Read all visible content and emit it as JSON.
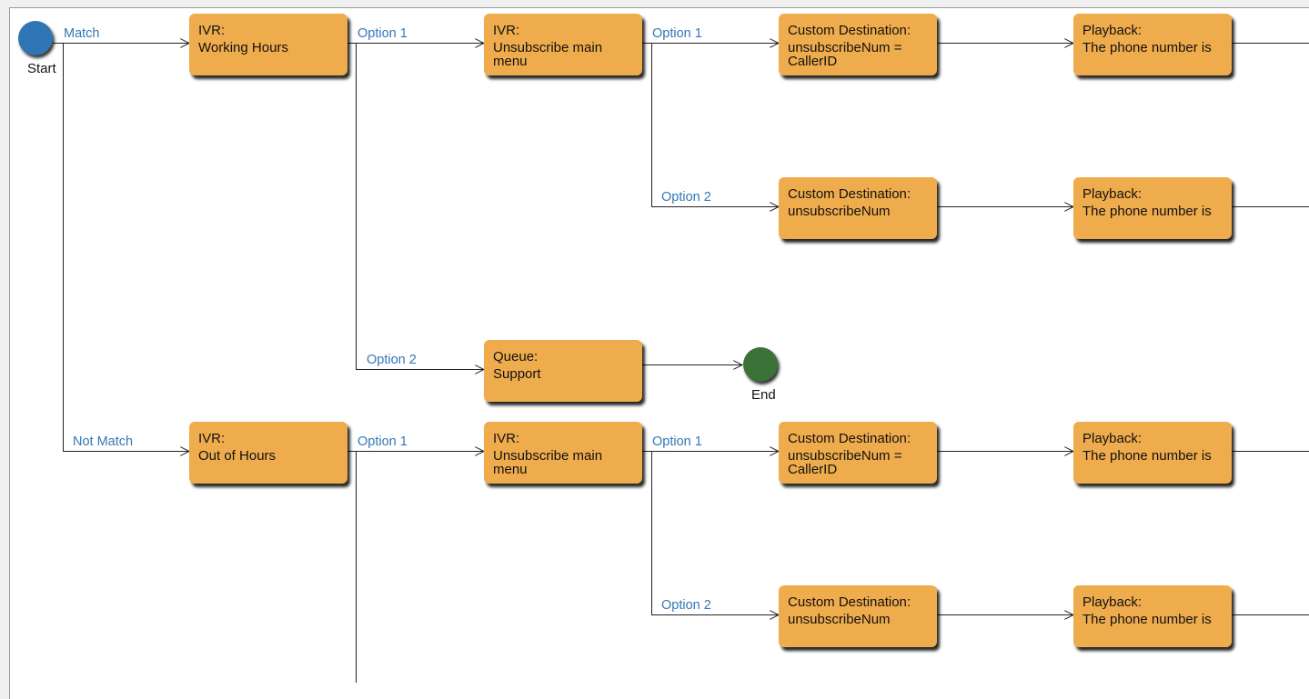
{
  "start": {
    "label": "Start"
  },
  "end": {
    "label": "End"
  },
  "edges": {
    "match": "Match",
    "not_match": "Not Match",
    "wh_opt1": "Option 1",
    "wh_opt2": "Option 2",
    "um1_opt1": "Option 1",
    "um1_opt2": "Option 2",
    "oh_opt1": "Option 1",
    "um2_opt1": "Option 1",
    "um2_opt2": "Option 2"
  },
  "nodes": {
    "working_hours": {
      "title": "IVR:",
      "value": "Working Hours"
    },
    "out_of_hours": {
      "title": "IVR:",
      "value": "Out of Hours"
    },
    "unsub_menu_1": {
      "title": "IVR:",
      "value": "Unsubscribe main menu"
    },
    "unsub_menu_2": {
      "title": "IVR:",
      "value": "Unsubscribe main menu"
    },
    "queue_support": {
      "title": "Queue:",
      "value": "Support"
    },
    "custom_dest_1": {
      "title": "Custom Destination:",
      "value": "unsubscribeNum = CallerID"
    },
    "custom_dest_2": {
      "title": "Custom Destination:",
      "value": "unsubscribeNum"
    },
    "custom_dest_3": {
      "title": "Custom Destination:",
      "value": "unsubscribeNum = CallerID"
    },
    "custom_dest_4": {
      "title": "Custom Destination:",
      "value": "unsubscribeNum"
    },
    "playback_1": {
      "title": "Playback:",
      "value": "The phone number is"
    },
    "playback_2": {
      "title": "Playback:",
      "value": "The phone number is"
    },
    "playback_3": {
      "title": "Playback:",
      "value": "The phone number is"
    },
    "playback_4": {
      "title": "Playback:",
      "value": "The phone number is"
    }
  }
}
